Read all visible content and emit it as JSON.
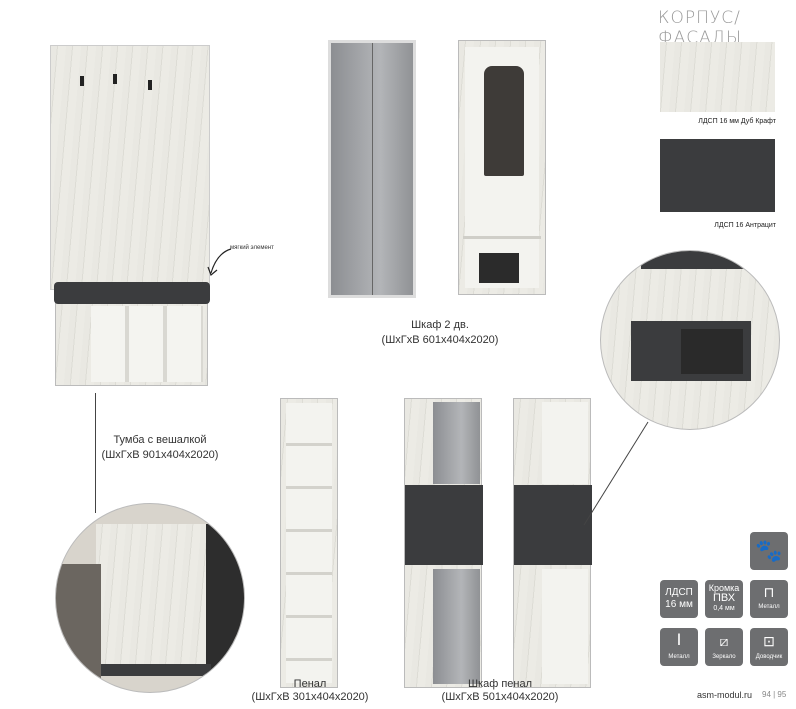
{
  "header": {
    "title": "КОРПУС/ФАСАДЫ"
  },
  "materials": [
    {
      "label": "ЛДСП 16 мм Дуб Крафт",
      "color": "#e6e5de"
    },
    {
      "label": "ЛДСП 16 Антрацит",
      "color": "#3b3c3e"
    }
  ],
  "products": [
    {
      "name": "Тумба с вешалкой",
      "dims": "(ШхГхВ 901х404х2020)"
    },
    {
      "name": "Шкаф 2 дв.",
      "dims": "(ШхГхВ 601х404х2020)"
    },
    {
      "name": "Пенал",
      "dims": "(ШхГхВ 301х404х2020)"
    },
    {
      "name": "Шкаф пенал",
      "dims": "(ШхГхВ 501х404х2020)"
    }
  ],
  "annotation": "мягкий элемент",
  "features": {
    "ldsp": [
      "ЛДСП",
      "16 мм"
    ],
    "edge": [
      "Кромка",
      "ПВХ",
      "0,4 мм"
    ],
    "handle": "Металл",
    "leg": "Металл",
    "mirror": "Зеркало",
    "closer": "Доводчик"
  },
  "footer": {
    "site": "asm-modul.ru",
    "pages": "94 | 95"
  }
}
